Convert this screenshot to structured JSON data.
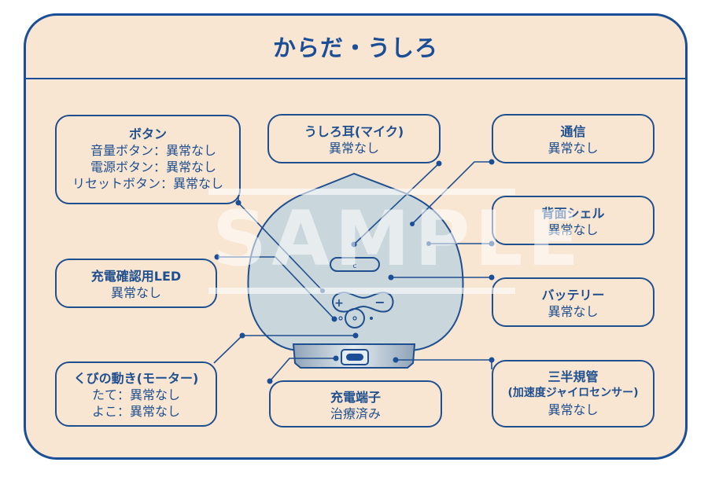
{
  "title": "からだ・うしろ",
  "watermark": "SAMPLE",
  "colors": {
    "border": "#1a4e96",
    "background": "#f8e6d2",
    "robot_body": "#c9d6dc"
  },
  "parts": {
    "button": {
      "heading": "ボタン",
      "lines": [
        "音量ボタン：異常なし",
        "電源ボタン：異常なし",
        "リセットボタン：異常なし"
      ]
    },
    "mic": {
      "heading": "うしろ耳(マイク)",
      "status": "異常なし"
    },
    "comm": {
      "heading": "通信",
      "status": "異常なし"
    },
    "shell": {
      "heading": "背面シェル",
      "status": "異常なし"
    },
    "led": {
      "heading": "充電確認用LED",
      "status": "異常なし"
    },
    "battery": {
      "heading": "バッテリー",
      "status": "異常なし"
    },
    "neck": {
      "heading": "くびの動き(モーター)",
      "lines": [
        "たて：異常なし",
        "よこ：異常なし"
      ]
    },
    "charge_port": {
      "heading": "充電端子",
      "status": "治療済み"
    },
    "gyro": {
      "heading": "三半規管",
      "subheading": "(加速度ジャイロセンサー)",
      "status": "異常なし"
    }
  }
}
